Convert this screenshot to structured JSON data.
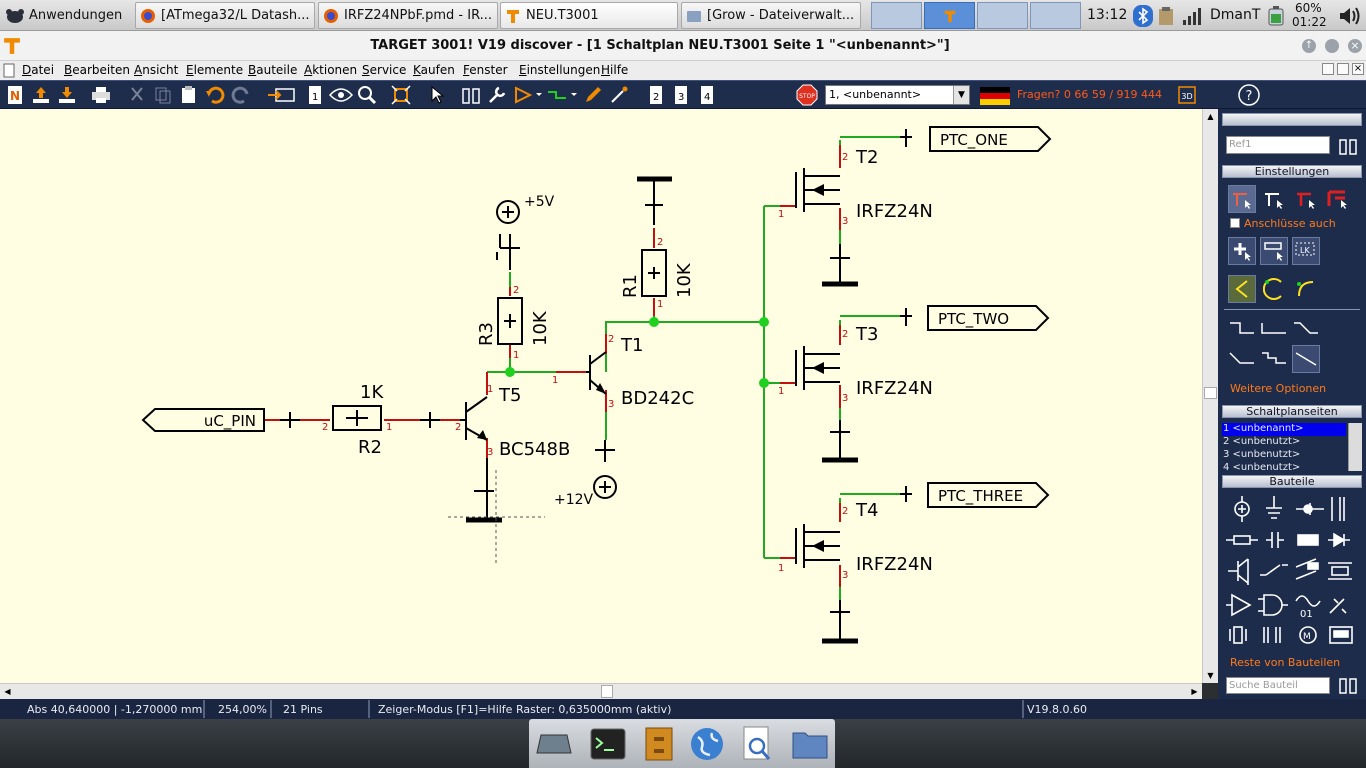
{
  "taskbar": {
    "menu_label": "Anwendungen",
    "windows": [
      {
        "label": "[ATmega32/L Datash..."
      },
      {
        "label": "IRFZ24NPbF.pmd - IR..."
      },
      {
        "label": "NEU.T3001"
      },
      {
        "label": "[Grow - Dateiverwalt..."
      }
    ],
    "clock": "13:12",
    "user": "DmanT",
    "battery_percent": "60%",
    "battery_time": "01:22"
  },
  "window": {
    "title": "TARGET 3001! V19 discover - [1 Schaltplan NEU.T3001 Seite 1 \"<unbenannt>\"]"
  },
  "menu": {
    "items": [
      "Datei",
      "Bearbeiten",
      "Ansicht",
      "Elemente",
      "Bauteile",
      "Aktionen",
      "Service",
      "Kaufen",
      "Fenster",
      "Einstellungen",
      "Hilfe"
    ]
  },
  "toolbar": {
    "sheet_select_value": "1, <unbenannt>",
    "hotline": "Fragen? 0 66 59 / 919 444",
    "stop_label": "STOP",
    "view3d_label": "3D",
    "page_buttons": [
      "2",
      "3",
      "4"
    ],
    "single_page_button": "1"
  },
  "schematic": {
    "parts": {
      "r2": {
        "ref": "R2",
        "value": "1K"
      },
      "r3": {
        "ref": "R3",
        "value": "10K"
      },
      "r1": {
        "ref": "R1",
        "value": "10K"
      },
      "t5": {
        "ref": "T5",
        "value": "BC548B"
      },
      "t1": {
        "ref": "T1",
        "value": "BD242C"
      },
      "t2": {
        "ref": "T2",
        "value": "IRFZ24N"
      },
      "t3": {
        "ref": "T3",
        "value": "IRFZ24N"
      },
      "t4": {
        "ref": "T4",
        "value": "IRFZ24N"
      }
    },
    "supplies": {
      "v5": "+5V",
      "v12": "+12V"
    },
    "ports": {
      "uc": "uC_PIN",
      "one": "PTC_ONE",
      "two": "PTC_TWO",
      "three": "PTC_THREE"
    },
    "pins": {
      "p1": "1",
      "p2": "2",
      "p3": "3"
    }
  },
  "panel": {
    "ref_placeholder": "Ref1",
    "einstellungen_header": "Einstellungen",
    "anschluesse_label": "Anschlüsse auch",
    "weitere_optionen": "Weitere Optionen",
    "schaltplanseiten_header": "Schaltplanseiten",
    "pages": [
      "1 <unbenannt>",
      "2 <unbenutzt>",
      "3 <unbenutzt>",
      "4 <unbenutzt>"
    ],
    "bauteile_header": "Bauteile",
    "reste_label": "Reste von Bauteilen",
    "suche_placeholder": "Suche Bauteil"
  },
  "statusbar": {
    "coords": "Abs 40,640000 | -1,270000 mm",
    "zoom": "254,00%",
    "pins": "21 Pins",
    "mode": "Zeiger-Modus  [F1]=Hilfe  Raster: 0,635000mm (aktiv)",
    "version": "V19.8.0.60"
  },
  "colors": {
    "canvas": "#fffee3",
    "wire": "#1faa1f",
    "pin": "#c01010",
    "accent_orange": "#ff7a1a",
    "panel_bg": "#1e2c4c",
    "selected_page": "#0000ee"
  }
}
